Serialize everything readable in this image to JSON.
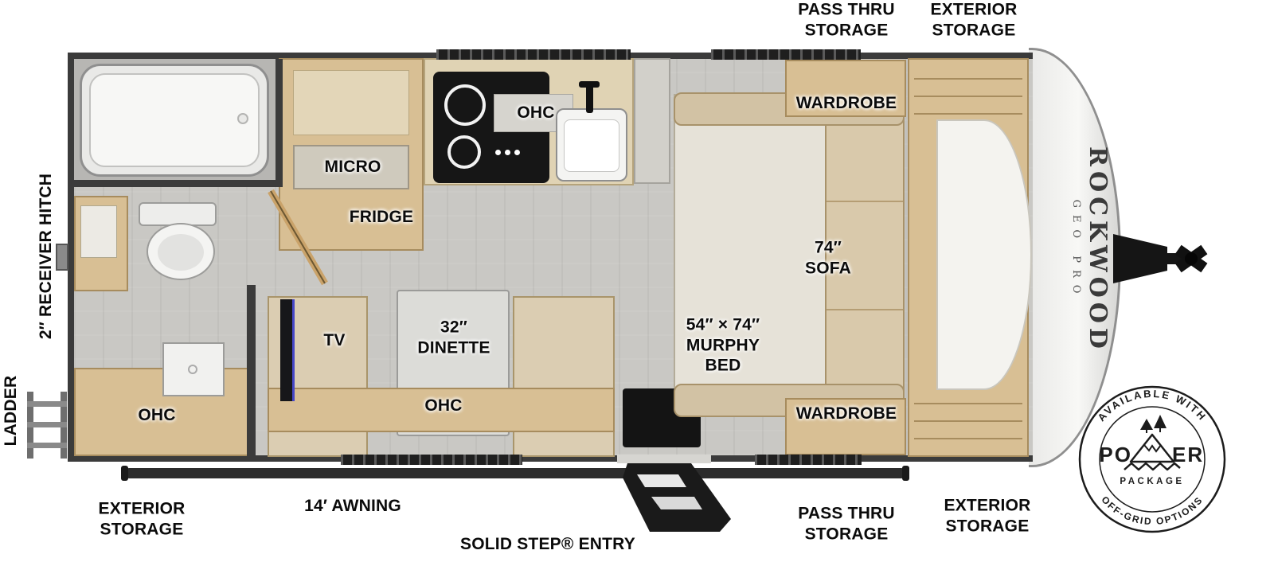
{
  "plan": {
    "brand": "ROCKWOOD",
    "series": "GEO PRO"
  },
  "labels": {
    "top": {
      "pass_thru": "PASS THRU\nSTORAGE",
      "exterior": "EXTERIOR\nSTORAGE"
    },
    "left": {
      "receiver_hitch": "2″ RECEIVER HITCH",
      "ladder": "LADDER"
    },
    "bottom": {
      "exterior_left": "EXTERIOR\nSTORAGE",
      "awning": "14′ AWNING",
      "entry": "SOLID STEP® ENTRY",
      "pass_thru": "PASS THRU\nSTORAGE",
      "exterior_right": "EXTERIOR\nSTORAGE"
    },
    "interior": {
      "ohc_bath": "OHC",
      "micro": "MICRO",
      "fridge": "FRIDGE",
      "ohc_kitchen": "OHC",
      "tv": "TV",
      "dinette": "32″\nDINETTE",
      "ohc_dinette": "OHC",
      "murphy_bed": "54″ × 74″\nMURPHY\nBED",
      "sofa": "74″\nSOFA",
      "wardrobe_top": "WARDROBE",
      "wardrobe_bottom": "WARDROBE"
    },
    "badge": {
      "arc_top": "AVAILABLE WITH",
      "power_left": "PO",
      "power_right": "ER",
      "package": "PACKAGE",
      "arc_bottom": "OFF-GRID OPTIONS"
    }
  },
  "colors": {
    "wall": "#3b3b3b",
    "floor": "#c9c8c4",
    "wood_cabinet": "#d8bf94",
    "cushion": "#d9c9ab",
    "appliance_black": "#151515"
  }
}
